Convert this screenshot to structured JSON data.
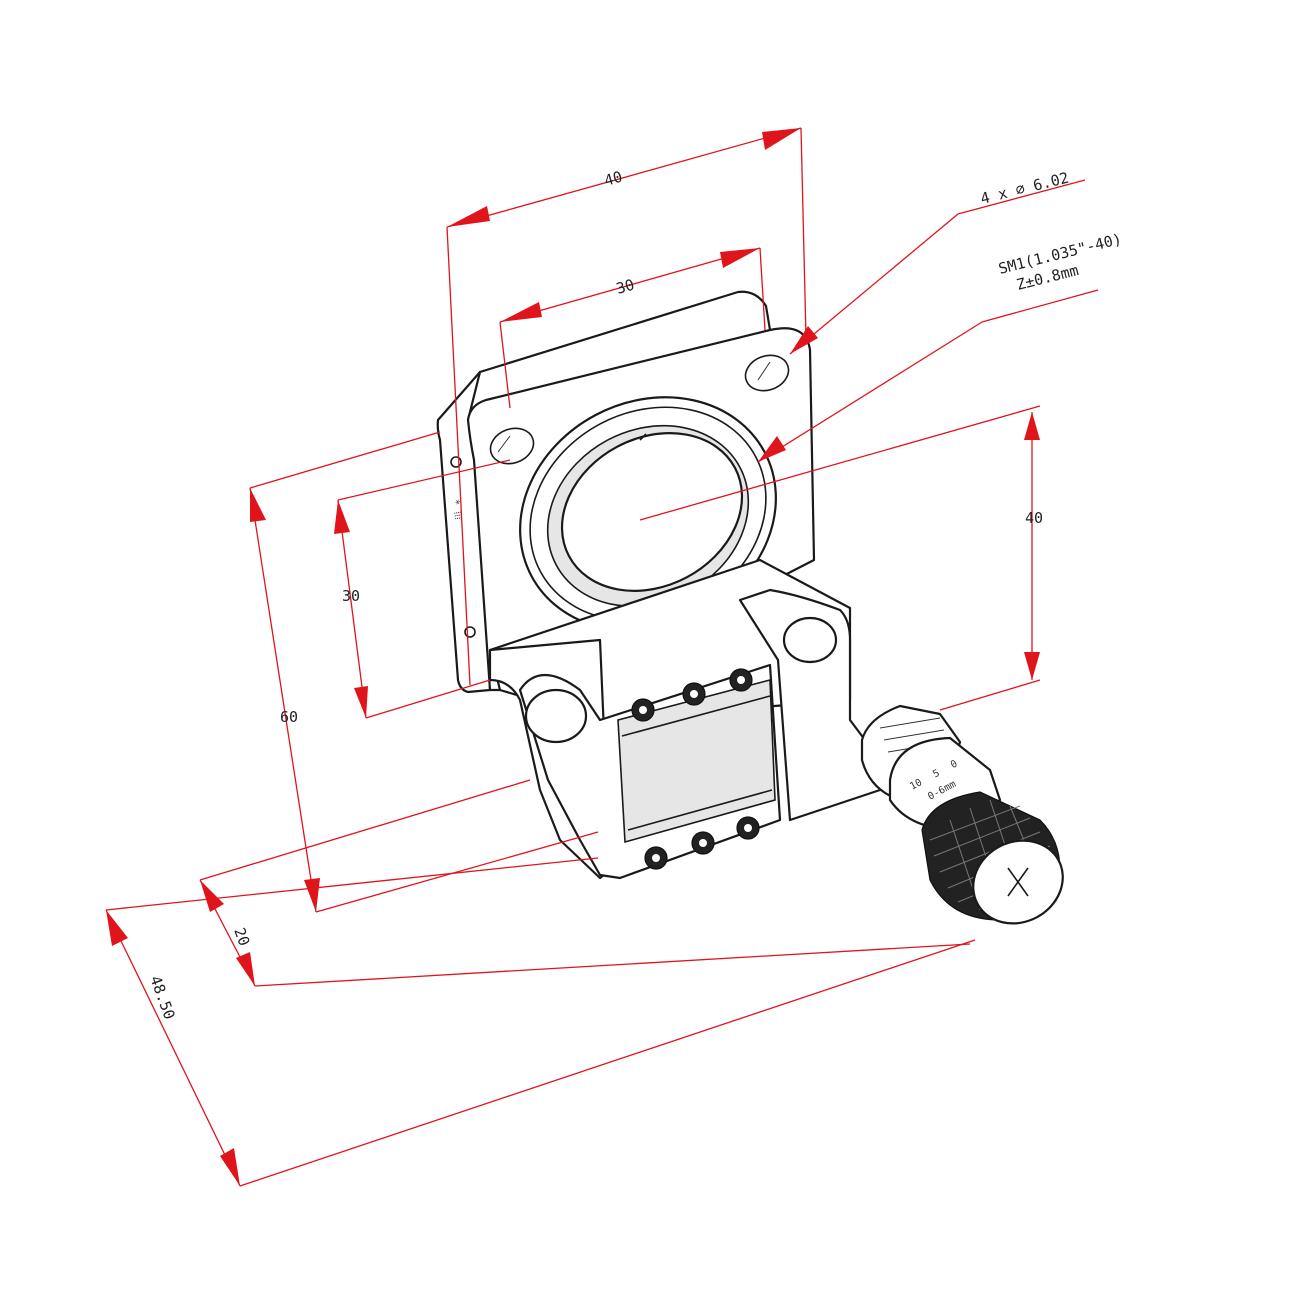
{
  "dimensions": {
    "top_width_outer": "40",
    "top_width_inner": "30",
    "hole_callout": "4 x ∅ 6.02",
    "thread_callout_line1": "SM1(1.035\"-40)",
    "thread_callout_line2": "Z±0.8mm",
    "right_height": "40",
    "left_height_inner": "30",
    "left_height_outer": "60",
    "base_depth": "20",
    "total_depth": "48.50"
  },
  "micrometer": {
    "range_label": "0-6mm",
    "scale_marks": [
      "0",
      "5",
      "10"
    ]
  },
  "colors": {
    "dimension_lines": "#e0141b",
    "part_outline": "#1a1a1a",
    "background": "#ffffff"
  }
}
